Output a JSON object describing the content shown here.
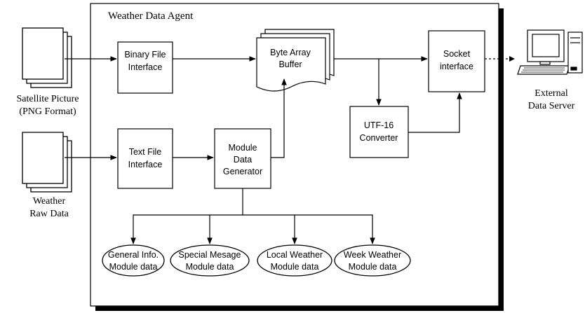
{
  "agent": {
    "title": "Weather Data Agent"
  },
  "inputs": {
    "satellite": {
      "line1": "Satellite Picture",
      "line2": "(PNG Format)"
    },
    "weather_raw": {
      "line1": "Weather",
      "line2": "Raw Data"
    }
  },
  "output": {
    "line1": "External",
    "line2": "Data Server"
  },
  "components": {
    "binary_file_interface": {
      "line1": "Binary File",
      "line2": "Interface"
    },
    "byte_array_buffer": {
      "line1": "Byte Array",
      "line2": "Buffer"
    },
    "socket_interface": {
      "line1": "Socket",
      "line2": "interface"
    },
    "utf16_converter": {
      "line1": "UTF-16",
      "line2": "Converter"
    },
    "text_file_interface": {
      "line1": "Text File",
      "line2": "Interface"
    },
    "module_data_generator": {
      "line1": "Module",
      "line2": "Data",
      "line3": "Generator"
    }
  },
  "modules": [
    {
      "line1": "General Info.",
      "line2": "Module data"
    },
    {
      "line1": "Special Mesage",
      "line2": "Module data"
    },
    {
      "line1": "Local Weather",
      "line2": "Module data"
    },
    {
      "line1": "Week Weather",
      "line2": "Module data"
    }
  ]
}
